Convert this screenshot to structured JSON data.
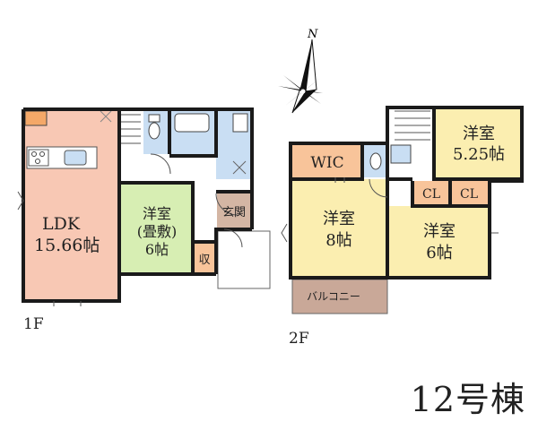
{
  "compass": {
    "north_label": "N",
    "icon": "north-arrow-icon"
  },
  "floor1": {
    "label": "1F",
    "rooms": {
      "ldk": [
        "LDK",
        "15.66帖"
      ],
      "washitsu": [
        "洋室",
        "(畳敷)",
        "6帖"
      ],
      "genkan": "玄関",
      "storage": "収"
    }
  },
  "floor2": {
    "label": "2F",
    "rooms": {
      "wic": "WIC",
      "room8": [
        "洋室",
        "8帖"
      ],
      "room525": [
        "洋室",
        "5.25帖"
      ],
      "room6": [
        "洋室",
        "6帖"
      ],
      "cl_left": "CL",
      "cl_right": "CL",
      "balcony": "バルコニー"
    }
  },
  "building_label": "12号棟",
  "colors": {
    "ldk": "#f8c8b4",
    "washitsu": "#d7eeb3",
    "wet": "#c9def3",
    "genkan": "#d4b6a4",
    "wic": "#f8c49a",
    "bedroom": "#fbeeb0",
    "balcony": "#c9a898",
    "wall": "#1a1a1a"
  }
}
